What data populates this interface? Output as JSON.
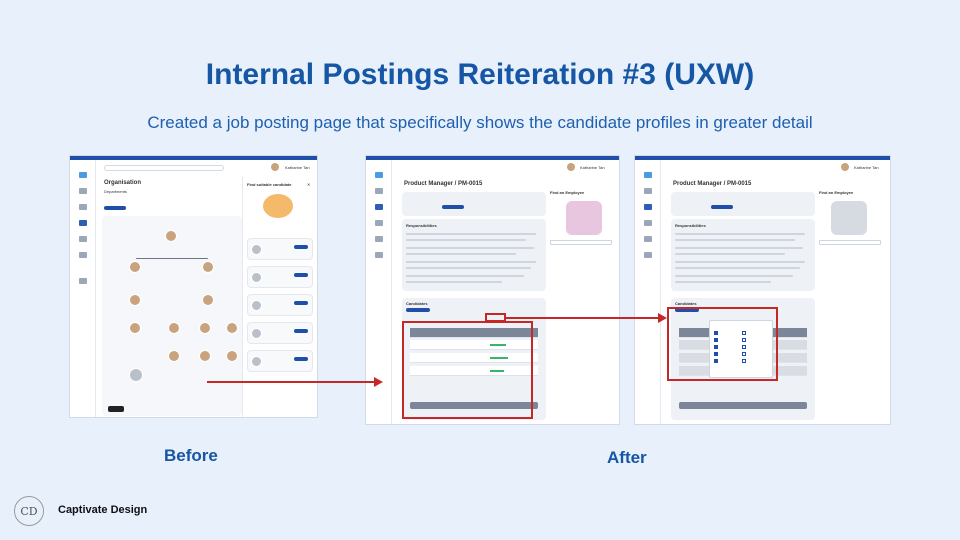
{
  "title": "Internal Postings Reiteration #3 (UXW)",
  "subtitle": "Created a job posting page that specifically shows the candidate profiles in greater detail",
  "captions": {
    "before": "Before",
    "after": "After"
  },
  "brand": {
    "name": "Captivate Design",
    "logo_text": "CD"
  },
  "before_screen": {
    "page_title": "Organisation",
    "section": "Departments",
    "panel_title": "Find suitable candidate",
    "user_name": "Katharine Tan"
  },
  "after_screen": {
    "page_title": "Product Manager / PM-0015",
    "side_title": "Find an Employee",
    "section_responsibilities": "Responsibilities",
    "section_candidates": "Candidates",
    "user_name": "Katharine Tan"
  },
  "colors": {
    "title": "#1556a5",
    "background": "#e8f0fb",
    "highlight": "#c62828",
    "accent": "#1f4fa8"
  }
}
